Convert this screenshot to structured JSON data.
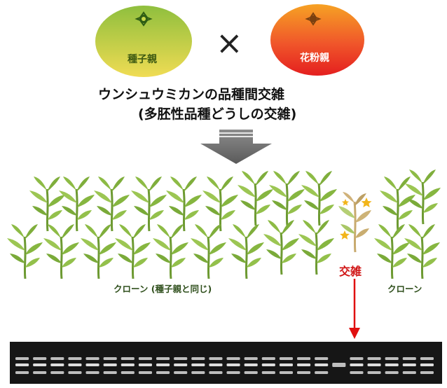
{
  "diagram": {
    "parents": {
      "seed_parent": "種子親",
      "pollen_parent": "花粉親",
      "cross_symbol": "×"
    },
    "title_line1": "ウンシュウミカンの品種間交雑",
    "title_line2": "(多胚性品種どうしの交雑)",
    "labels": {
      "clone_left": "クローン (種子親と同じ)",
      "hybrid": "交雑",
      "clone_right": "クローン"
    },
    "colors": {
      "seed_fruit": "#a9c83a",
      "pollen_fruit": "#f0431a",
      "seedling": "#7fa83a",
      "hybrid_arrow": "#e01010",
      "gel": "#1a1a1a"
    },
    "gel_lanes": 24
  }
}
